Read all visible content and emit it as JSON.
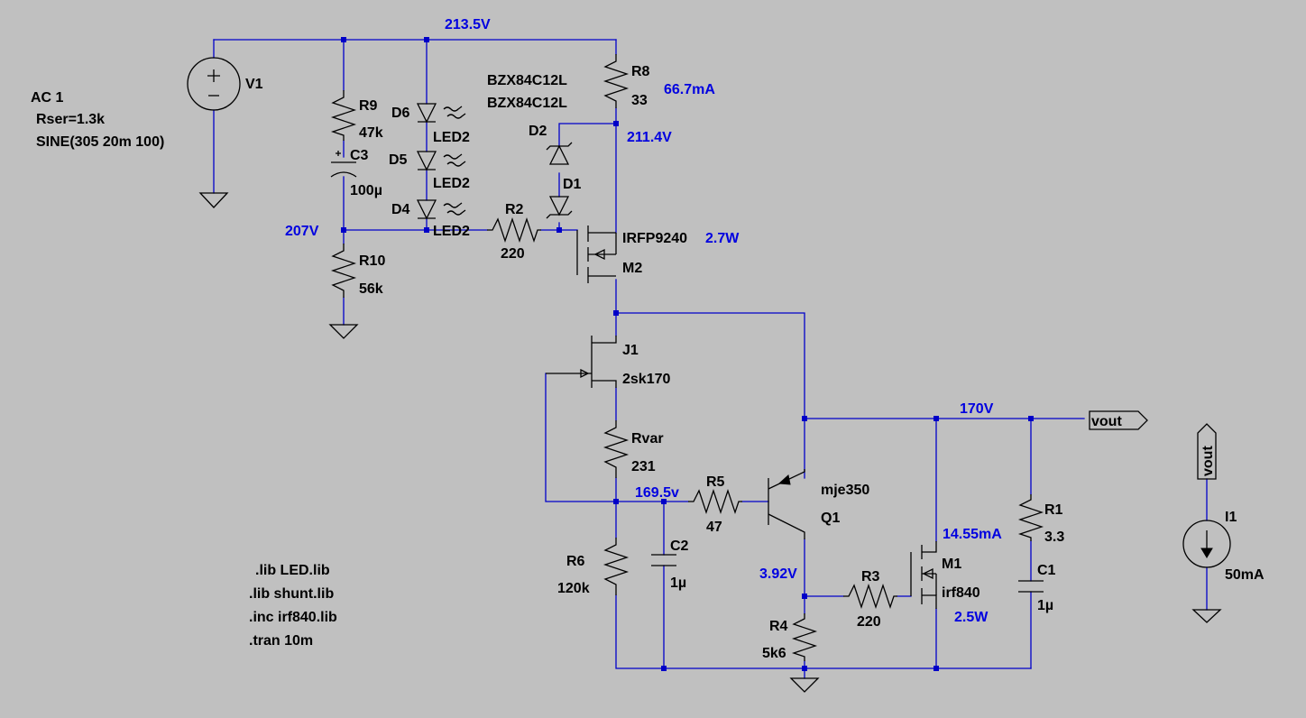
{
  "source": {
    "name": "V1",
    "line1": "AC 1",
    "line2": "Rser=1.3k",
    "line3": "SINE(305 20m 100)"
  },
  "current_source": {
    "name": "I1",
    "value": "50mA",
    "port": "vout"
  },
  "output_port": "vout",
  "directives": [
    ".lib LED.lib",
    ".lib shunt.lib",
    ".inc irf840.lib",
    ".tran 10m"
  ],
  "components": {
    "R9": {
      "name": "R9",
      "value": "47k"
    },
    "C3": {
      "name": "C3",
      "value": "100µ"
    },
    "R10": {
      "name": "R10",
      "value": "56k"
    },
    "D6": {
      "name": "D6",
      "model": "LED2"
    },
    "D5": {
      "name": "D5",
      "model": "LED2"
    },
    "D4": {
      "name": "D4",
      "model": "LED2"
    },
    "R2": {
      "name": "R2",
      "value": "220"
    },
    "D2": {
      "name": "D2",
      "model": "BZX84C12L"
    },
    "D1": {
      "name": "D1",
      "model": "BZX84C12L"
    },
    "R8": {
      "name": "R8",
      "value": "33"
    },
    "M2": {
      "name": "M2",
      "model": "IRFP9240"
    },
    "J1": {
      "name": "J1",
      "model": "2sk170"
    },
    "Rvar": {
      "name": "Rvar",
      "value": "231"
    },
    "R6": {
      "name": "R6",
      "value": "120k"
    },
    "C2": {
      "name": "C2",
      "value": "1µ"
    },
    "R5": {
      "name": "R5",
      "value": "47"
    },
    "Q1": {
      "name": "Q1",
      "model": "mje350"
    },
    "R3": {
      "name": "R3",
      "value": "220"
    },
    "R4": {
      "name": "R4",
      "value": "5k6"
    },
    "M1": {
      "name": "M1",
      "model": "irf840"
    },
    "R1": {
      "name": "R1",
      "value": "3.3"
    },
    "C1": {
      "name": "C1",
      "value": "1µ"
    }
  },
  "measurements": {
    "top_rail": "213.5V",
    "r8_current": "66.7mA",
    "m2_source": "211.4V",
    "m2_power": "2.7W",
    "gate_bias": "207V",
    "vout": "170V",
    "rvar_node": "169.5v",
    "q1_emitter": "3.92V",
    "m1_current": "14.55mA",
    "m1_power": "2.5W"
  }
}
